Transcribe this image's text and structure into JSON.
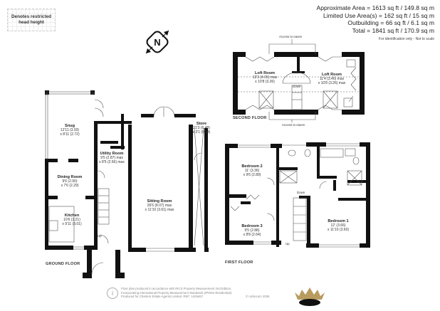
{
  "legend": {
    "text": "Denotes restricted head height"
  },
  "areas": {
    "lines": [
      "Approximate Area = 1613 sq ft / 149.8 sq m",
      "Limited Use Area(s) = 162 sq ft / 15 sq m",
      "Outbuilding = 66 sq ft / 6.1 sq m",
      "Total = 1841 sq ft / 170.9 sq m"
    ],
    "note": "For identification only - Not to scale"
  },
  "compass": {
    "letter": "N"
  },
  "ground_floor": {
    "title": "GROUND FLOOR",
    "rooms": [
      {
        "name": "Snug",
        "dim1": "12'11 (3.93)",
        "dim2": "x 8'11 (2.72)"
      },
      {
        "name": "Dining Room",
        "dim1": "9'6 (2.90)",
        "dim2": "x 7'6 (2.29)"
      },
      {
        "name": "Kitchen",
        "dim1": "10'6 (3.21)",
        "dim2": "x 9'11 (3.01)"
      },
      {
        "name": "Utility Room",
        "dim1": "9'5 (2.87) max",
        "dim2": "x 8'5 (2.56) max"
      },
      {
        "name": "Sitting Room",
        "dim1": "26'6 (8.07) max",
        "dim2": "x 11'10 (3.61) max"
      },
      {
        "name": "Store",
        "dim1": "21'3 (6.48)",
        "dim2": "x 3'1 (0.94)"
      }
    ],
    "stairs_label": "Up"
  },
  "first_floor": {
    "title": "FIRST FLOOR",
    "rooms": [
      {
        "name": "Bedroom 2",
        "dim1": "11' (3.36)",
        "dim2": "x 9'6 (2.89)"
      },
      {
        "name": "Bedroom 3",
        "dim1": "9'5 (2.88)",
        "dim2": "x 8'8 (2.64)"
      },
      {
        "name": "Bedroom 1",
        "dim1": "12' (3.66)",
        "dim2": "x 11'10 (3.60)"
      }
    ],
    "stairs_down": "Down",
    "stairs_up": "Up"
  },
  "second_floor": {
    "title": "SECOND FLOOR",
    "rooms": [
      {
        "name": "Loft Room",
        "dim1": "13'3 (4.05) max",
        "dim2": "x 10'8 (3.26)"
      },
      {
        "name": "Loft Room",
        "dim1": "11'4 (3.46) max",
        "dim2": "x 10'8 (3.26) max"
      }
    ],
    "stairs_down": "Down",
    "eaves_top": "Access to eaves",
    "eaves_bottom": "Access to eaves"
  },
  "footer": {
    "line1": "Floor plan produced in accordance with RICS Property Measurement 2nd Edition,",
    "line2": "Incorporating International Property Measurement Standards (IPMS2 Residential).",
    "line3": "Produced for Charters Estate Agents Limited.   REF: 1405467",
    "copyright": "© nichecom 2026"
  },
  "colors": {
    "wall": "#111111",
    "text": "#222222",
    "crown_gold": "#b89b5e",
    "crown_black": "#111111"
  }
}
